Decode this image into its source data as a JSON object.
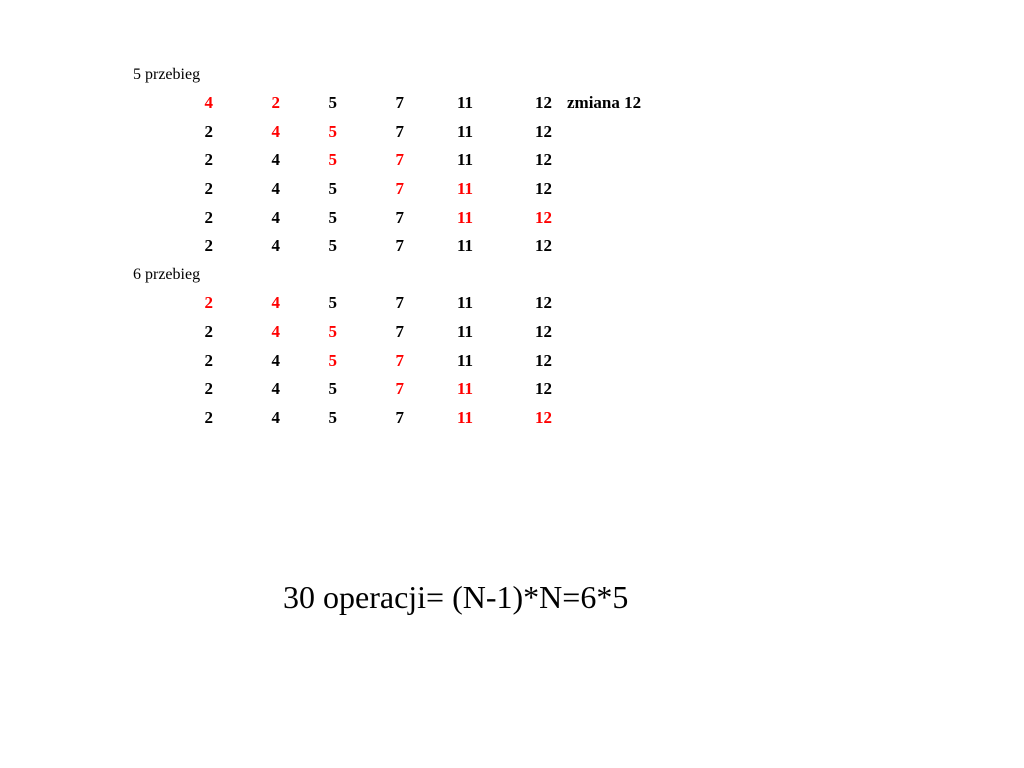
{
  "colors": {
    "highlight": "#ff0000",
    "normal": "#000000"
  },
  "passes": [
    {
      "label": "5 przebieg",
      "rows": [
        {
          "values": [
            "4",
            "2",
            "5",
            "7",
            "11",
            "12"
          ],
          "highlight": [
            0,
            1
          ],
          "note": "zmiana 12"
        },
        {
          "values": [
            "2",
            "4",
            "5",
            "7",
            "11",
            "12"
          ],
          "highlight": [
            1,
            2
          ],
          "note": ""
        },
        {
          "values": [
            "2",
            "4",
            "5",
            "7",
            "11",
            "12"
          ],
          "highlight": [
            2,
            3
          ],
          "note": ""
        },
        {
          "values": [
            "2",
            "4",
            "5",
            "7",
            "11",
            "12"
          ],
          "highlight": [
            3,
            4
          ],
          "note": ""
        },
        {
          "values": [
            "2",
            "4",
            "5",
            "7",
            "11",
            "12"
          ],
          "highlight": [
            4,
            5
          ],
          "note": ""
        },
        {
          "values": [
            "2",
            "4",
            "5",
            "7",
            "11",
            "12"
          ],
          "highlight": [],
          "note": ""
        }
      ]
    },
    {
      "label": "6 przebieg",
      "rows": [
        {
          "values": [
            "2",
            "4",
            "5",
            "7",
            "11",
            "12"
          ],
          "highlight": [
            0,
            1
          ],
          "note": ""
        },
        {
          "values": [
            "2",
            "4",
            "5",
            "7",
            "11",
            "12"
          ],
          "highlight": [
            1,
            2
          ],
          "note": ""
        },
        {
          "values": [
            "2",
            "4",
            "5",
            "7",
            "11",
            "12"
          ],
          "highlight": [
            2,
            3
          ],
          "note": ""
        },
        {
          "values": [
            "2",
            "4",
            "5",
            "7",
            "11",
            "12"
          ],
          "highlight": [
            3,
            4
          ],
          "note": ""
        },
        {
          "values": [
            "2",
            "4",
            "5",
            "7",
            "11",
            "12"
          ],
          "highlight": [
            4,
            5
          ],
          "note": ""
        }
      ]
    }
  ],
  "summary": "30 operacji= (N-1)*N=6*5"
}
